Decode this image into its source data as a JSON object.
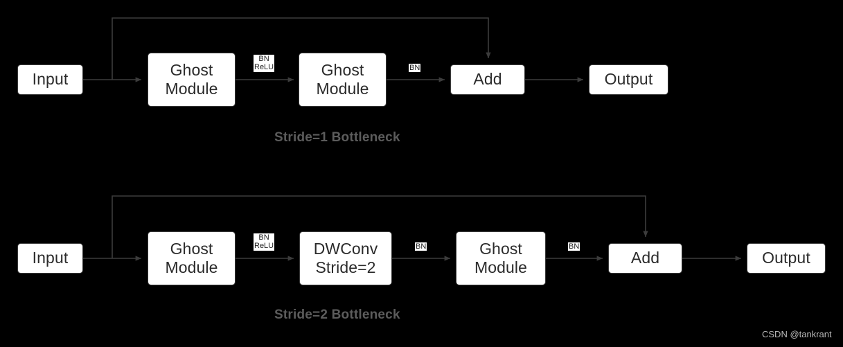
{
  "figure": {
    "background_color": "#000000",
    "node_fill": "#ffffff",
    "node_border": "#3a3a3a",
    "wire_color": "#3c3c3c",
    "caption_color": "#5c5c5c",
    "watermark_color": "#d8d8d8"
  },
  "diagrams": [
    {
      "id": "stride1",
      "caption": "Stride=1 Bottleneck",
      "nodes": [
        {
          "name": "input",
          "label_line1": "Input",
          "label_line2": ""
        },
        {
          "name": "ghost1",
          "label_line1": "Ghost",
          "label_line2": "Module"
        },
        {
          "name": "ghost2",
          "label_line1": "Ghost",
          "label_line2": "Module"
        },
        {
          "name": "add",
          "label_line1": "Add",
          "label_line2": ""
        },
        {
          "name": "output",
          "label_line1": "Output",
          "label_line2": ""
        }
      ],
      "edge_labels": [
        {
          "name": "bn-relu-1",
          "line1": "BN",
          "line2": "ReLU"
        },
        {
          "name": "bn-1",
          "line1": "BN",
          "line2": ""
        }
      ]
    },
    {
      "id": "stride2",
      "caption": "Stride=2 Bottleneck",
      "nodes": [
        {
          "name": "input",
          "label_line1": "Input",
          "label_line2": ""
        },
        {
          "name": "ghost1",
          "label_line1": "Ghost",
          "label_line2": "Module"
        },
        {
          "name": "dwconv",
          "label_line1": "DWConv",
          "label_line2": "Stride=2"
        },
        {
          "name": "ghost2",
          "label_line1": "Ghost",
          "label_line2": "Module"
        },
        {
          "name": "add",
          "label_line1": "Add",
          "label_line2": ""
        },
        {
          "name": "output",
          "label_line1": "Output",
          "label_line2": ""
        }
      ],
      "edge_labels": [
        {
          "name": "bn-relu-1",
          "line1": "BN",
          "line2": "ReLU"
        },
        {
          "name": "bn-1",
          "line1": "BN",
          "line2": ""
        },
        {
          "name": "bn-2",
          "line1": "BN",
          "line2": ""
        }
      ]
    }
  ],
  "watermark": "CSDN @tankrant"
}
